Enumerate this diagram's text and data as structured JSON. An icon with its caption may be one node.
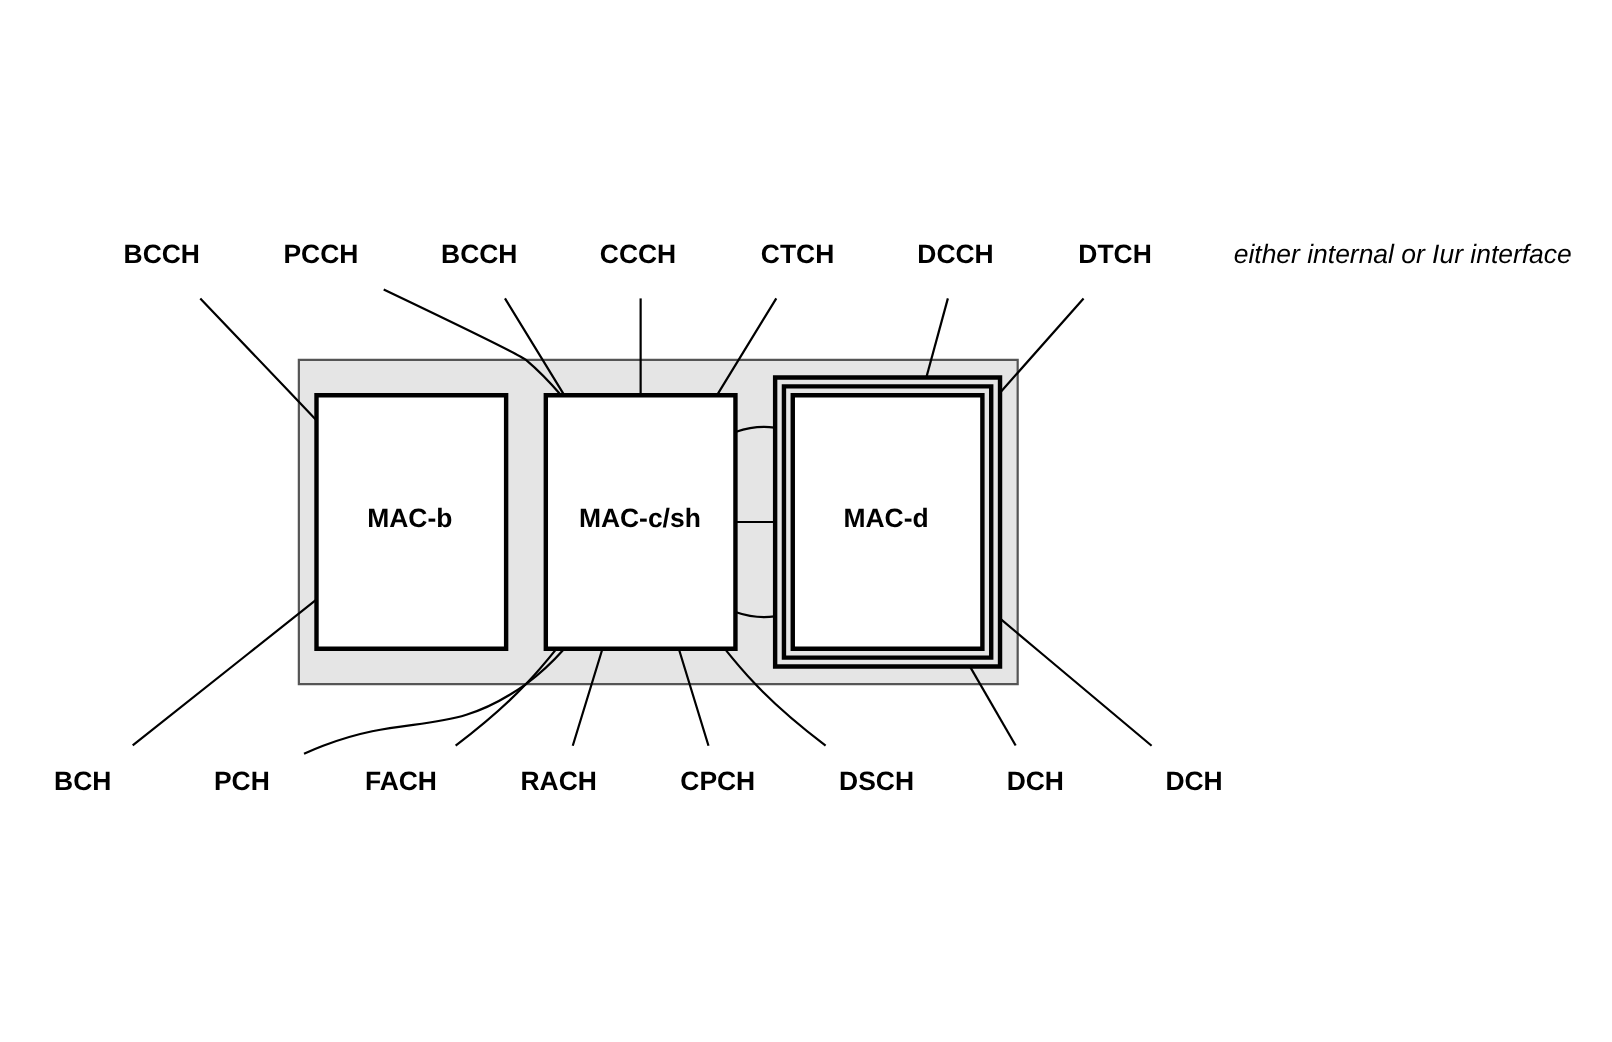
{
  "diagram": {
    "nodes": [
      {
        "text": [],
        "shape": "box"
      },
      {
        "text": [
          "MAC-b"
        ],
        "in": 0
      },
      {
        "text": [
          "MAC-c/sh"
        ],
        "in": 0
      },
      {
        "text": [
          "MAC-d"
        ],
        "in": 0
      },
      {
        "text": [
          "BCCH"
        ]
      },
      {
        "text": [
          "PCCH"
        ]
      },
      {
        "text": [
          "BCCH"
        ]
      },
      {
        "text": [
          "CCCH"
        ]
      },
      {
        "text": [
          "CTCH"
        ]
      },
      {
        "text": [
          "DCCH"
        ]
      },
      {
        "text": [
          "DTCH"
        ]
      },
      {
        "text": [
          "BCH"
        ]
      },
      {
        "text": [
          "PCH"
        ]
      },
      {
        "text": [
          "FACH"
        ]
      },
      {
        "text": [
          "RACH"
        ]
      },
      {
        "text": [
          "CPCH"
        ]
      },
      {
        "text": [
          "DSCH"
        ]
      },
      {
        "text": [
          "DCH"
        ]
      },
      {
        "text": [
          "DCH"
        ]
      }
    ],
    "edges": [
      {
        "from": 4,
        "to": 1,
        "arrow": "none"
      },
      {
        "from": 5,
        "to": 2,
        "arrow": "none"
      },
      {
        "from": 6,
        "to": 2,
        "arrow": "none"
      },
      {
        "from": 7,
        "to": 2,
        "arrow": "none"
      },
      {
        "from": 8,
        "to": 2,
        "arrow": "none"
      },
      {
        "from": 9,
        "to": 3,
        "arrow": "none"
      },
      {
        "from": 10,
        "to": 3,
        "arrow": "none"
      },
      {
        "from": 3,
        "to": 2,
        "arrow": "none"
      },
      {
        "from": 3,
        "to": 2,
        "arrow": "none"
      },
      {
        "from": 3,
        "to": 2,
        "arrow": "none"
      },
      {
        "from": 1,
        "to": 11,
        "arrow": "none"
      },
      {
        "from": 2,
        "to": 12,
        "arrow": "none"
      },
      {
        "from": 2,
        "to": 13,
        "arrow": "none"
      },
      {
        "from": 2,
        "to": 14,
        "arrow": "none"
      },
      {
        "from": 2,
        "to": 15,
        "arrow": "none"
      },
      {
        "from": 2,
        "to": 16,
        "arrow": "none"
      },
      {
        "from": 3,
        "to": 17,
        "arrow": "none"
      },
      {
        "from": 3,
        "to": 18,
        "arrow": "none"
      }
    ],
    "labels": [
      "either internal or Iur interface"
    ]
  }
}
